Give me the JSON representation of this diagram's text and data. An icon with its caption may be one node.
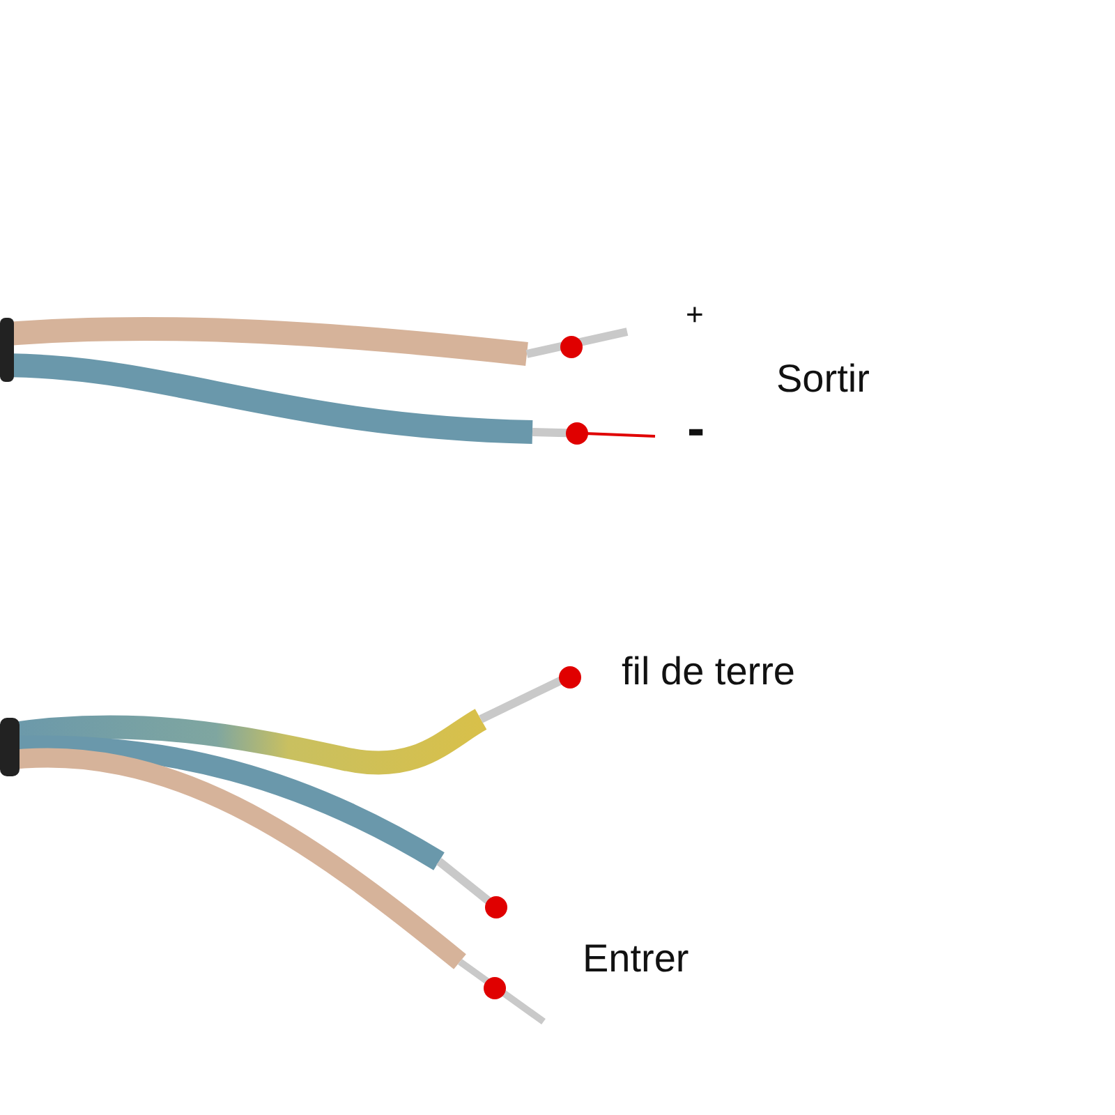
{
  "diagram": {
    "labels": [
      "+",
      "Sortir",
      "-",
      "fil de terre",
      "Entrer"
    ]
  }
}
